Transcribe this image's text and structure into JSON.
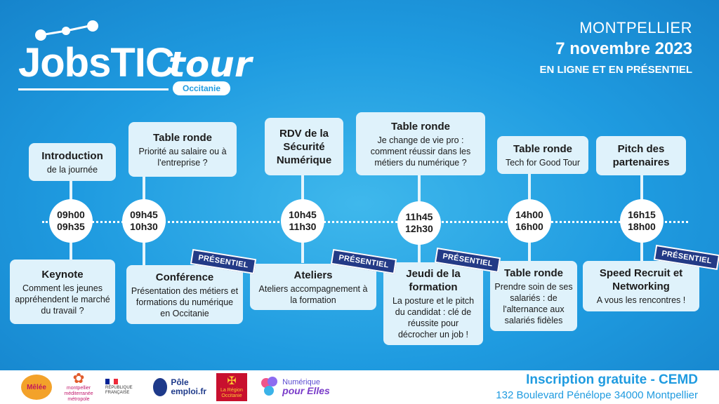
{
  "header": {
    "logo_word": "JobsTIC",
    "logo_tour": "tour",
    "logo_region": "Occitanie",
    "city": "MONTPELLIER",
    "date": "7 novembre 2023",
    "mode": "EN LIGNE ET EN PRÉSENTIEL"
  },
  "badge_label": "PRÉSENTIEL",
  "slots": [
    {
      "start": "09h00",
      "end": "09h35"
    },
    {
      "start": "09h45",
      "end": "10h30"
    },
    {
      "start": "10h45",
      "end": "11h30"
    },
    {
      "start": "11h45",
      "end": "12h30"
    },
    {
      "start": "14h00",
      "end": "16h00"
    },
    {
      "start": "16h15",
      "end": "18h00"
    }
  ],
  "top_sessions": [
    {
      "title": "Introduction",
      "desc": "de la journée"
    },
    {
      "title": "Table ronde",
      "desc": "Priorité au salaire ou à l'entreprise ?"
    },
    {
      "title": "RDV de la Sécurité Numérique",
      "desc": ""
    },
    {
      "title": "Table ronde",
      "desc": "Je change de vie pro : comment réussir dans les métiers du numérique ?"
    },
    {
      "title": "Table ronde",
      "desc": "Tech for Good Tour"
    },
    {
      "title": "Pitch des partenaires",
      "desc": ""
    }
  ],
  "bottom_sessions": [
    {
      "title": "Keynote",
      "desc": "Comment les jeunes appréhendent le marché du travail ?"
    },
    {
      "title": "Conférence",
      "desc": "Présentation des métiers et formations du numérique en Occitanie"
    },
    {
      "title": "Ateliers",
      "desc": "Ateliers accompagnement à la formation"
    },
    {
      "title": "Jeudi de la formation",
      "desc": "La posture et le pitch du candidat : clé de réussite pour décrocher un job !"
    },
    {
      "title": "Table ronde",
      "desc": "Prendre soin de ses salariés : de l'alternance aux salariés fidèles"
    },
    {
      "title": "Speed Recruit et Networking",
      "desc": "A vous les rencontres !"
    }
  ],
  "footer": {
    "registration": "Inscription gratuite - CEMD",
    "address": "132 Boulevard Pénélope 34000 Montpellier",
    "logos": {
      "melee": "Mêlée",
      "mtp_line1": "montpellier",
      "mtp_line2": "méditerranée",
      "mtp_line3": "métropole",
      "rf_line1": "RÉPUBLIQUE",
      "rf_line2": "FRANÇAISE",
      "pe_line1": "Pôle",
      "pe_line2": "emploi.fr",
      "occ_line1": "La Région",
      "occ_line2": "Occitanie",
      "npe_line1": "Numérique",
      "npe_line2": "pour Elles"
    }
  }
}
